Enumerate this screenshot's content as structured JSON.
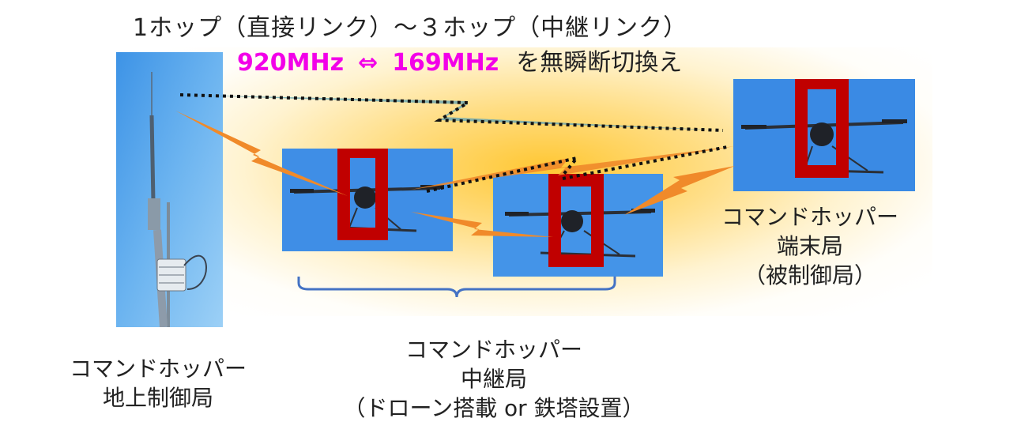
{
  "title": "1ホップ（直接リンク）～３ホップ（中継リンク）",
  "frequency": {
    "band_a": "920MHz",
    "arrow": "⇔",
    "band_b": "169MHz",
    "suffix": "を無瞬断切換え"
  },
  "stations": {
    "ground": [
      "コマンドホッパー",
      "地上制御局"
    ],
    "relay": [
      "コマンドホッパー",
      "中継局",
      "（ドローン搭載 or 鉄塔設置）"
    ],
    "terminal": [
      "コマンドホッパー",
      "端末局",
      "（被制御局）"
    ]
  },
  "colors": {
    "frequency_highlight": "#f200e8",
    "redbox": "#c00000",
    "link_orange": "#f08a2a",
    "link_teal": "#6fa8b0",
    "brace": "#4472c4",
    "glow": "#ffc428",
    "sky": "#3f8ee6"
  }
}
